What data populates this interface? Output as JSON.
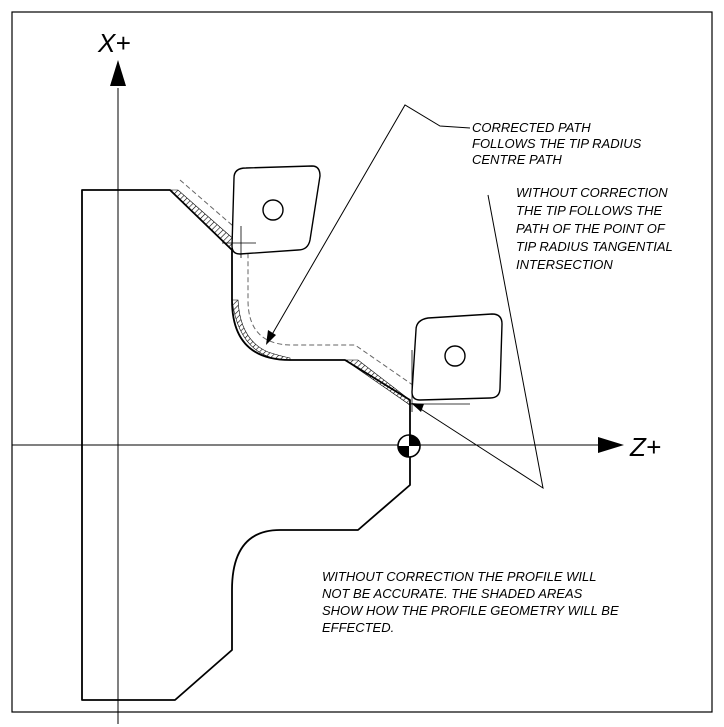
{
  "axes": {
    "x_label": "X+",
    "z_label": "Z+"
  },
  "notes": {
    "corrected_path": [
      "CORRECTED PATH",
      "FOLLOWS THE TIP RADIUS",
      "CENTRE PATH"
    ],
    "without_correction_tip": [
      "WITHOUT CORRECTION",
      "THE TIP FOLLOWS THE",
      "PATH OF THE POINT OF",
      "TIP RADIUS TANGENTIAL",
      "INTERSECTION"
    ],
    "without_correction_profile": [
      "WITHOUT CORRECTION THE PROFILE WILL",
      "NOT BE ACCURATE. THE SHADED AREAS",
      "SHOW HOW THE PROFILE GEOMETRY WILL BE",
      "EFFECTED."
    ]
  },
  "colors": {
    "line": "#000000",
    "path_dashed": "#666666"
  }
}
